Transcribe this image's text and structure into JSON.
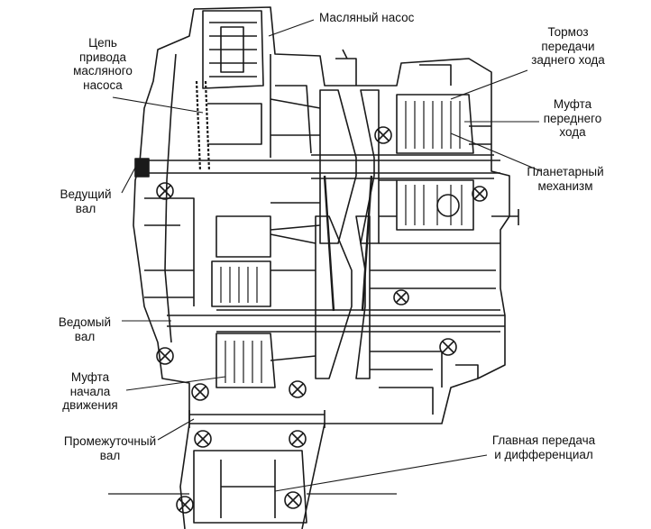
{
  "labels": {
    "oil_pump": [
      "Масляный насос"
    ],
    "oil_pump_chain": [
      "Цепь",
      "привода",
      "масляного",
      "насоса"
    ],
    "reverse_brake": [
      "Тормоз",
      "передачи",
      "заднего хода"
    ],
    "forward_clutch": [
      "Муфта",
      "переднего",
      "хода"
    ],
    "planetary": [
      "Планетарный",
      "механизм"
    ],
    "drive_shaft": [
      "Ведущий",
      "вал"
    ],
    "driven_shaft": [
      "Ведомый",
      "вал"
    ],
    "start_clutch": [
      "Муфта",
      "начала",
      "движения"
    ],
    "intermediate_shaft": [
      "Промежуточный",
      "вал"
    ],
    "final_drive": [
      "Главная передача",
      "и дифференциал"
    ]
  },
  "colors": {
    "ink": "#1a1a1a",
    "paper": "#ffffff",
    "shade": "#5a5a5a"
  }
}
